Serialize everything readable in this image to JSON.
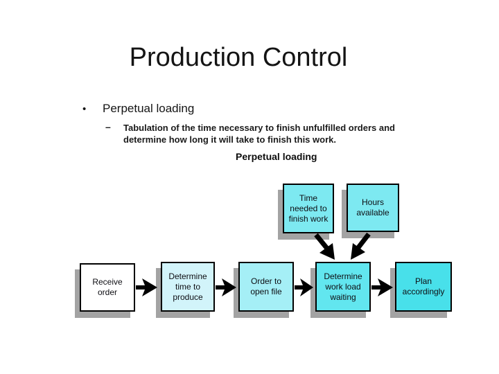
{
  "slide": {
    "title": "Production Control",
    "bullet_glyph": "•",
    "bullet_text": "Perpetual loading",
    "dash_glyph": "–",
    "sub_bullet_line1": "Tabulation of the time necessary to finish unfulfilled orders and",
    "sub_bullet_line2": "determine how long it will take to finish this work.",
    "diagram_caption": "Perpetual loading"
  },
  "diagram": {
    "top_boxes": [
      {
        "label": "Time needed to finish work",
        "fill": "#7DE9F1"
      },
      {
        "label": "Hours available",
        "fill": "#7DE9F1"
      }
    ],
    "flow_boxes": [
      {
        "label": "Receive order",
        "fill": "#FFFFFF"
      },
      {
        "label": "Determine time to produce",
        "fill": "#D2F4FA"
      },
      {
        "label": "Order to open file",
        "fill": "#A5EFF6"
      },
      {
        "label": "Determine work load waiting",
        "fill": "#62E6EF"
      },
      {
        "label": "Plan accordingly",
        "fill": "#48E0EA"
      }
    ],
    "border_color": "#000000",
    "shadow_color": "#A3A3A3",
    "arrow_color": "#000000"
  }
}
